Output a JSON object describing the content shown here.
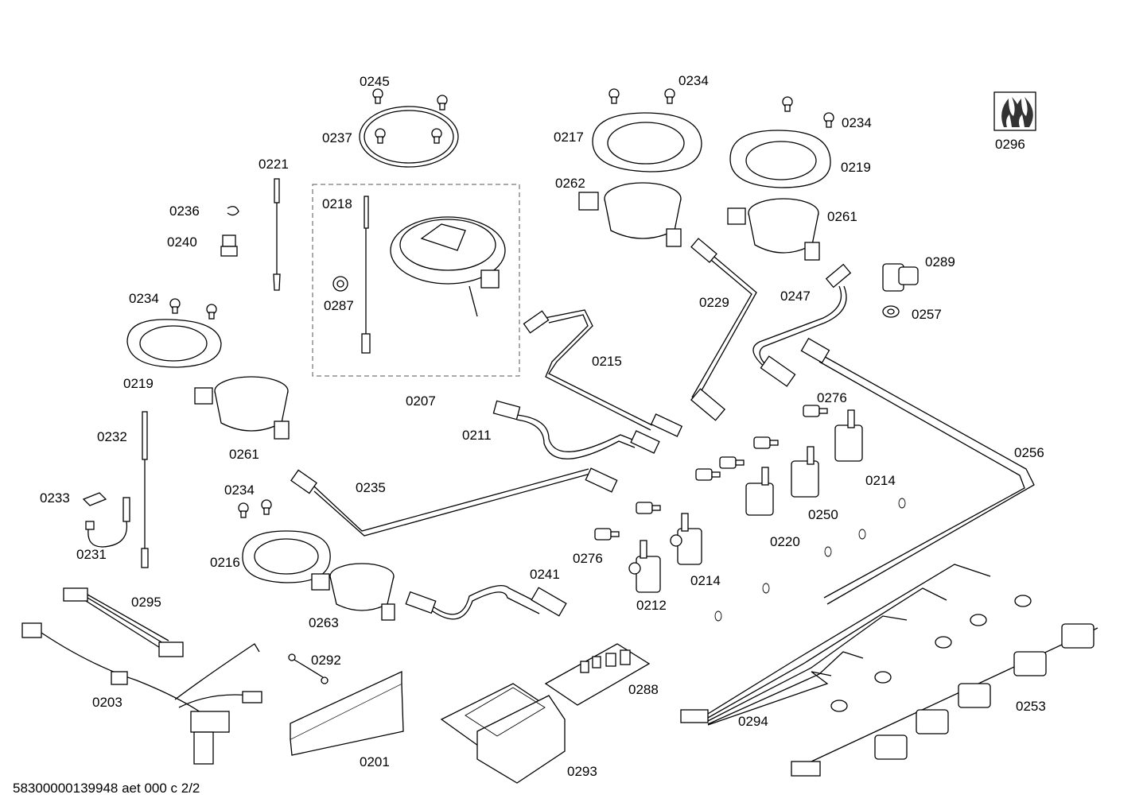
{
  "document_reference": "58300000139948 aet 000 c 2/2",
  "colors": {
    "line": "#000000",
    "background": "#ffffff"
  },
  "part_labels": [
    {
      "id": "l0245",
      "text": "0245"
    },
    {
      "id": "l0237",
      "text": "0237"
    },
    {
      "id": "l0221",
      "text": "0221"
    },
    {
      "id": "l0236",
      "text": "0236"
    },
    {
      "id": "l0240",
      "text": "0240"
    },
    {
      "id": "l0218",
      "text": "0218"
    },
    {
      "id": "l0287",
      "text": "0287"
    },
    {
      "id": "l0207",
      "text": "0207"
    },
    {
      "id": "l0234a",
      "text": "0234"
    },
    {
      "id": "l0219a",
      "text": "0219"
    },
    {
      "id": "l0261a",
      "text": "0261"
    },
    {
      "id": "l0232",
      "text": "0232"
    },
    {
      "id": "l0233",
      "text": "0233"
    },
    {
      "id": "l0231",
      "text": "0231"
    },
    {
      "id": "l0234b",
      "text": "0234"
    },
    {
      "id": "l0216",
      "text": "0216"
    },
    {
      "id": "l0263",
      "text": "0263"
    },
    {
      "id": "l0295",
      "text": "0295"
    },
    {
      "id": "l0203",
      "text": "0203"
    },
    {
      "id": "l0292",
      "text": "0292"
    },
    {
      "id": "l0201",
      "text": "0201"
    },
    {
      "id": "l0235",
      "text": "0235"
    },
    {
      "id": "l0211",
      "text": "0211"
    },
    {
      "id": "l0215",
      "text": "0215"
    },
    {
      "id": "l0241",
      "text": "0241"
    },
    {
      "id": "l0276a",
      "text": "0276"
    },
    {
      "id": "l0212",
      "text": "0212"
    },
    {
      "id": "l0214a",
      "text": "0214"
    },
    {
      "id": "l0288",
      "text": "0288"
    },
    {
      "id": "l0293",
      "text": "0293"
    },
    {
      "id": "l0234c",
      "text": "0234"
    },
    {
      "id": "l0217",
      "text": "0217"
    },
    {
      "id": "l0262",
      "text": "0262"
    },
    {
      "id": "l0229",
      "text": "0229"
    },
    {
      "id": "l0234d",
      "text": "0234"
    },
    {
      "id": "l0219b",
      "text": "0219"
    },
    {
      "id": "l0261b",
      "text": "0261"
    },
    {
      "id": "l0247",
      "text": "0247"
    },
    {
      "id": "l0289",
      "text": "0289"
    },
    {
      "id": "l0257",
      "text": "0257"
    },
    {
      "id": "l0296",
      "text": "0296"
    },
    {
      "id": "l0276b",
      "text": "0276"
    },
    {
      "id": "l0214b",
      "text": "0214"
    },
    {
      "id": "l0250",
      "text": "0250"
    },
    {
      "id": "l0220",
      "text": "0220"
    },
    {
      "id": "l0256",
      "text": "0256"
    },
    {
      "id": "l0294",
      "text": "0294"
    },
    {
      "id": "l0253",
      "text": "0253"
    }
  ]
}
